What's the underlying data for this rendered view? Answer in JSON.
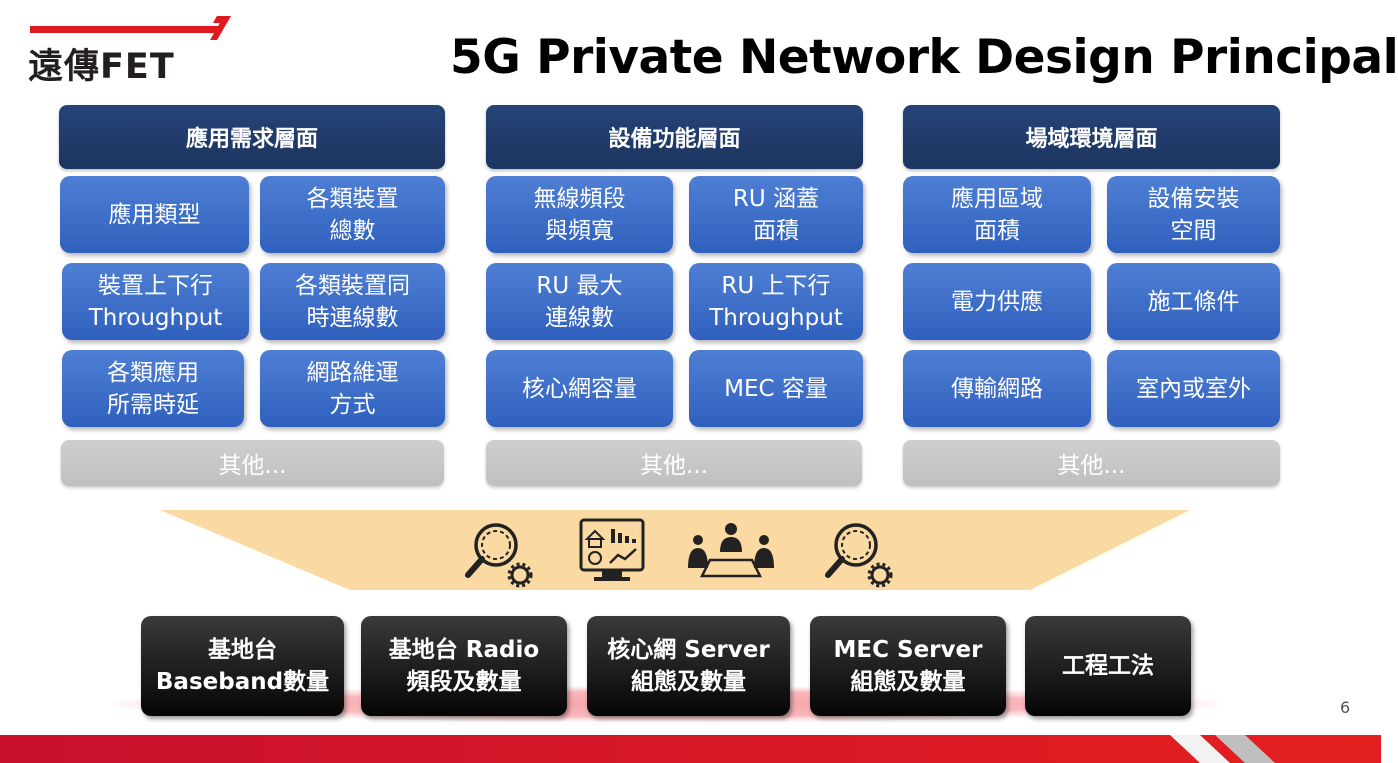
{
  "logo": {
    "text": "遠傳FET"
  },
  "title": "5G Private Network Design Principal",
  "columns": [
    {
      "header": "應用需求層面",
      "cells": [
        "應用類型",
        "各類裝置\n總數",
        "裝置上下行\nThroughput",
        "各類裝置同\n時連線數",
        "各類應用\n所需時延",
        "網路維運\n方式"
      ],
      "other": "其他..."
    },
    {
      "header": "設備功能層面",
      "cells": [
        "無線頻段\n與頻寬",
        "RU 涵蓋\n面積",
        "RU 最大\n連線數",
        "RU 上下行\nThroughput",
        "核心網容量",
        "MEC 容量"
      ],
      "other": "其他..."
    },
    {
      "header": "場域環境層面",
      "cells": [
        "應用區域\n面積",
        "設備安裝\n空間",
        "電力供應",
        "施工條件",
        "傳輸網路",
        "室內或室外"
      ],
      "other": "其他..."
    }
  ],
  "icons": [
    "magnifier-gear-icon",
    "dashboard-monitor-icon",
    "meeting-people-icon",
    "magnifier-gear-icon"
  ],
  "outputs": [
    "基地台\nBaseband數量",
    "基地台 Radio\n頻段及數量",
    "核心網 Server\n組態及數量",
    "MEC Server\n組態及數量",
    "工程工法"
  ],
  "page_number": "6",
  "colors": {
    "header": "#1f3864",
    "cell": "#3b6cc8",
    "other": "#c4c4c4",
    "funnel": "#fbd9a2",
    "output": "#111111",
    "brand_red": "#e0191e"
  }
}
